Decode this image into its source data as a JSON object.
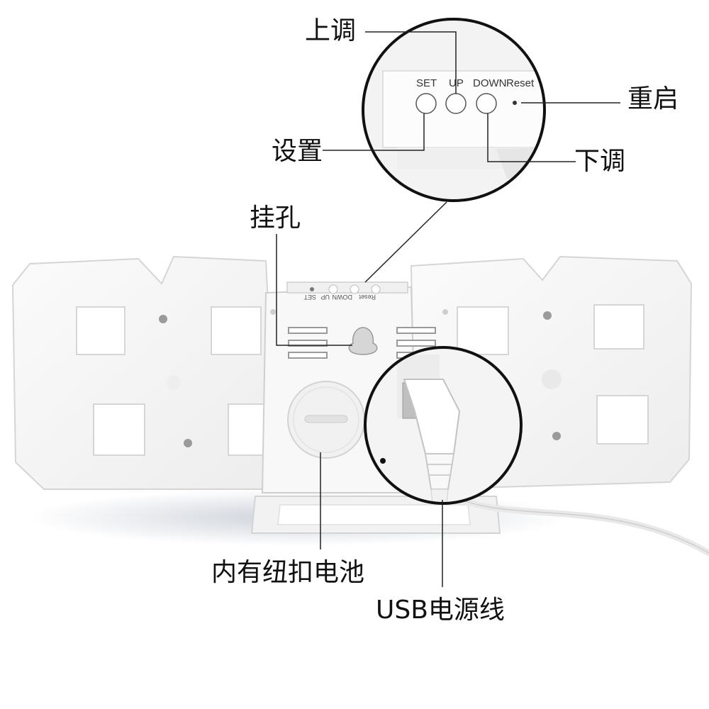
{
  "callouts": {
    "up": "上调",
    "reset": "重启",
    "set": "设置",
    "down": "下调",
    "hanging_hole": "挂孔",
    "battery": "内有纽扣电池",
    "usb_power": "USB电源线"
  },
  "buttons": {
    "set": "SET",
    "up": "UP",
    "down": "DOWN",
    "reset": "Reset"
  },
  "colors": {
    "body": "#f6f6f6",
    "outline": "#d9d9d9",
    "lens_rim": "#111111",
    "callout_line": "#222222",
    "shadow": "#c8cdd6"
  }
}
